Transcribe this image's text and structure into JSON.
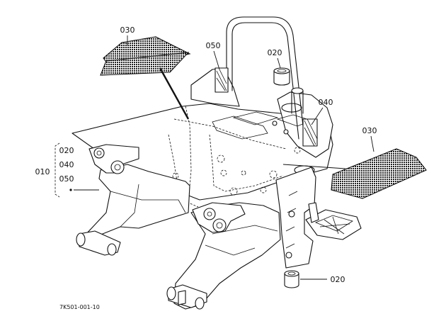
{
  "labels": {
    "p030_top": "030",
    "p050": "050",
    "p020_top": "020",
    "p040": "040",
    "p030_right": "030",
    "p020_bottom": "020",
    "group_main": "010",
    "group_sub_1": "020",
    "group_sub_2": "040",
    "group_sub_3": "050"
  },
  "drawing_code": "7K501-001-10"
}
